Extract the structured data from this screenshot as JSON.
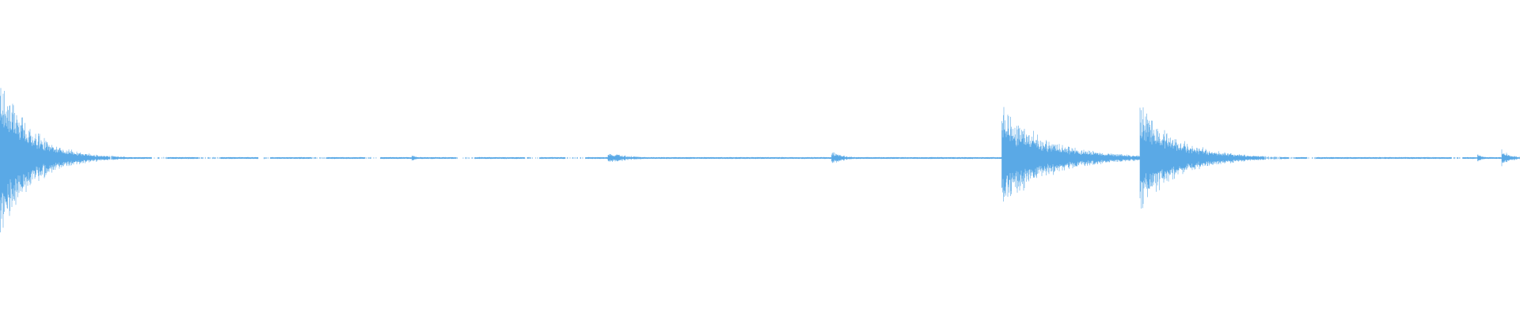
{
  "waveform": {
    "color": "#5aa9e6",
    "background": "#ffffff",
    "bursts": [
      {
        "position": 0.0,
        "peak": 0.58,
        "decay": 0.02,
        "noise": 0.55
      },
      {
        "position": 0.271,
        "peak": 0.02,
        "decay": 0.004,
        "noise": 0.6
      },
      {
        "position": 0.4,
        "peak": 0.04,
        "decay": 0.015,
        "noise": 0.7
      },
      {
        "position": 0.547,
        "peak": 0.05,
        "decay": 0.008,
        "noise": 0.6
      },
      {
        "position": 0.659,
        "peak": 0.36,
        "decay": 0.03,
        "noise": 0.55
      },
      {
        "position": 0.75,
        "peak": 0.37,
        "decay": 0.025,
        "noise": 0.55
      },
      {
        "position": 0.972,
        "peak": 0.03,
        "decay": 0.004,
        "noise": 0.6
      },
      {
        "position": 0.988,
        "peak": 0.06,
        "decay": 0.006,
        "noise": 0.6
      }
    ],
    "floor": 0.006,
    "gaps": [
      [
        0.062,
        0.075
      ],
      [
        0.1,
        0.11
      ],
      [
        0.13,
        0.145
      ],
      [
        0.17,
        0.178
      ],
      [
        0.205,
        0.215
      ],
      [
        0.24,
        0.25
      ],
      [
        0.3,
        0.312
      ],
      [
        0.345,
        0.355
      ],
      [
        0.372,
        0.385
      ],
      [
        0.66,
        0.661
      ],
      [
        0.74,
        0.748
      ],
      [
        0.83,
        0.842
      ],
      [
        0.848,
        0.852
      ],
      [
        0.86,
        0.866
      ],
      [
        0.955,
        0.962
      ]
    ]
  }
}
